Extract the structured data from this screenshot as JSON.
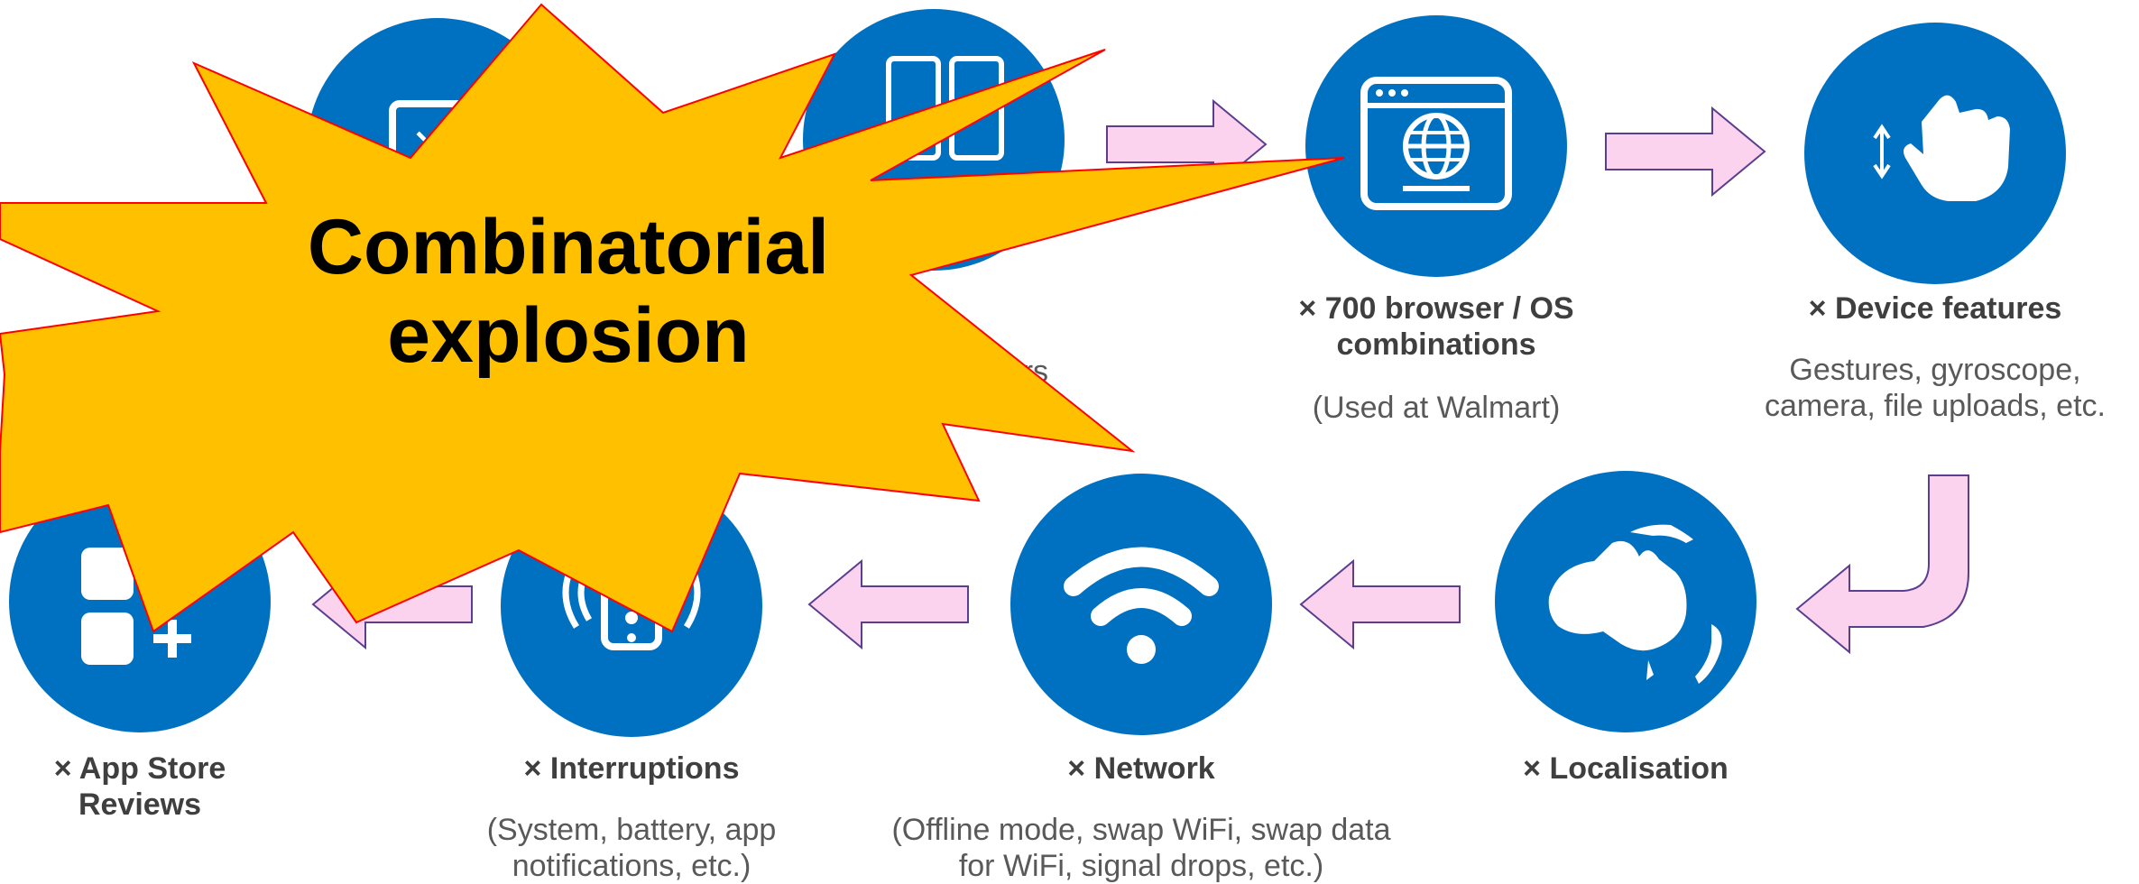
{
  "colors": {
    "circle": "#0070c0",
    "arrow_fill": "#fbd3ee",
    "arrow_stroke": "#5b3f8f",
    "burst_fill": "#ffc000",
    "burst_stroke": "#ff0000"
  },
  "top_row": [
    {
      "id": "screens",
      "icon": "screen-resize-icon",
      "label": "",
      "sub": ""
    },
    {
      "id": "devices",
      "icon": "phone-devices-icon",
      "label": "",
      "sub": "ulators"
    },
    {
      "id": "browser",
      "icon": "browser-globe-icon",
      "label": "× 700 browser / OS\ncombinations",
      "sub": "(Used at Walmart)"
    },
    {
      "id": "features",
      "icon": "touch-gesture-icon",
      "label": "× Device features",
      "sub": "Gestures, gyroscope,\ncamera, file uploads, etc."
    }
  ],
  "bottom_row": [
    {
      "id": "appstore",
      "icon": "app-grid-icon",
      "label": "× App Store\nReviews",
      "sub": ""
    },
    {
      "id": "interruptions",
      "icon": "phone-alert-icon",
      "label": "× Interruptions",
      "sub": "(System, battery, app\nnotifications, etc.)"
    },
    {
      "id": "network",
      "icon": "wifi-icon",
      "label": "× Network",
      "sub": "(Offline mode, swap WiFi, swap data\nfor WiFi, signal drops, etc.)"
    },
    {
      "id": "localisation",
      "icon": "globe-australia-icon",
      "label": "× Localisation",
      "sub": ""
    }
  ],
  "partial_text": "y",
  "burst": {
    "line1": "Combinatorial",
    "line2": "explosion"
  }
}
